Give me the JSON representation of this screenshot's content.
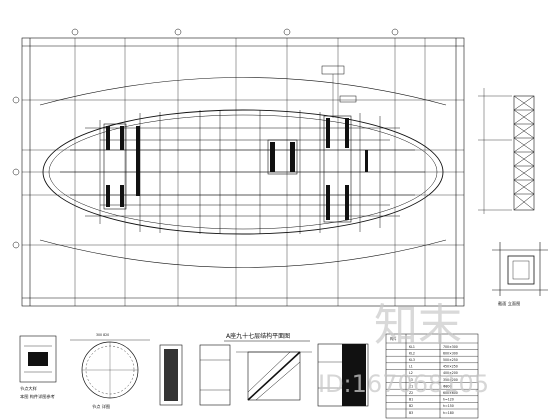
{
  "drawing": {
    "plan_title": "A座九十七层结构平面图",
    "col_section_label": "截面 立面图",
    "detail_label": "节点大样",
    "detail_note": "本图 构件详图参考",
    "detail2_label": "节点 详图",
    "dim_label": "300 820",
    "table_header": "构件",
    "table_rows": [
      [
        "KL1",
        "700×300"
      ],
      [
        "KL2",
        "600×300"
      ],
      [
        "KL3",
        "500×250"
      ],
      [
        "L1",
        "450×250"
      ],
      [
        "L2",
        "400×200"
      ],
      [
        "L3",
        "350×200"
      ],
      [
        "Z1",
        "Φ800"
      ],
      [
        "Z2",
        "600×600"
      ],
      [
        "B1",
        "h=120"
      ],
      [
        "B2",
        "h=150"
      ],
      [
        "B3",
        "h=180"
      ]
    ]
  },
  "watermark": {
    "brand_cn": "知末",
    "id_text": "ID:167068105"
  },
  "colors": {
    "line": "#111111",
    "watermark": "#c9c9c9",
    "background": "#ffffff"
  }
}
